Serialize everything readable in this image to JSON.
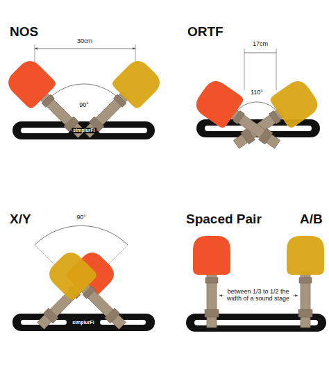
{
  "diagram": {
    "labels": [
      "NOS",
      "ORTF",
      "30cm",
      "90°",
      "17cm",
      "110°",
      "simplurFi",
      "X/Y",
      "Spaced Pair",
      "A/B",
      "90°",
      "between 1/3 to 1/2 the width of a sound stage",
      "simplurFi"
    ]
  }
}
